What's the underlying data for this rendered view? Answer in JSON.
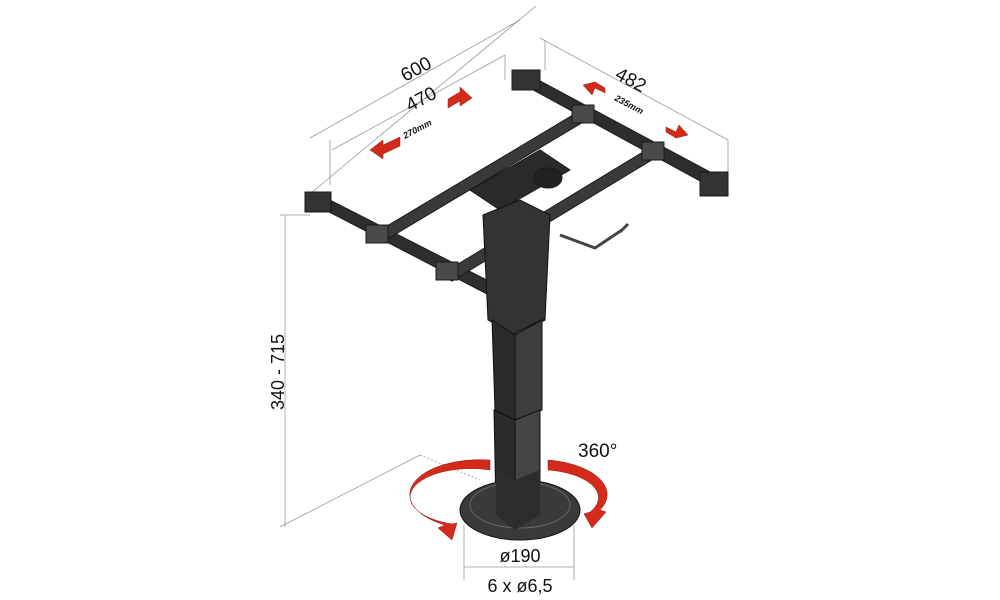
{
  "dimensions": {
    "overall_width": "600",
    "inner_width": "470",
    "width_travel": "270mm",
    "depth": "482",
    "depth_travel": "235mm",
    "height_range": "340 - 715",
    "rotation": "360°",
    "base_diameter": "ø190",
    "mounting_holes": "6 x ø6,5"
  },
  "colors": {
    "frame": "#2e2e2e",
    "frame_highlight": "#5a5a5a",
    "arrow": "#d42a1a",
    "dimension_line": "#888888"
  }
}
